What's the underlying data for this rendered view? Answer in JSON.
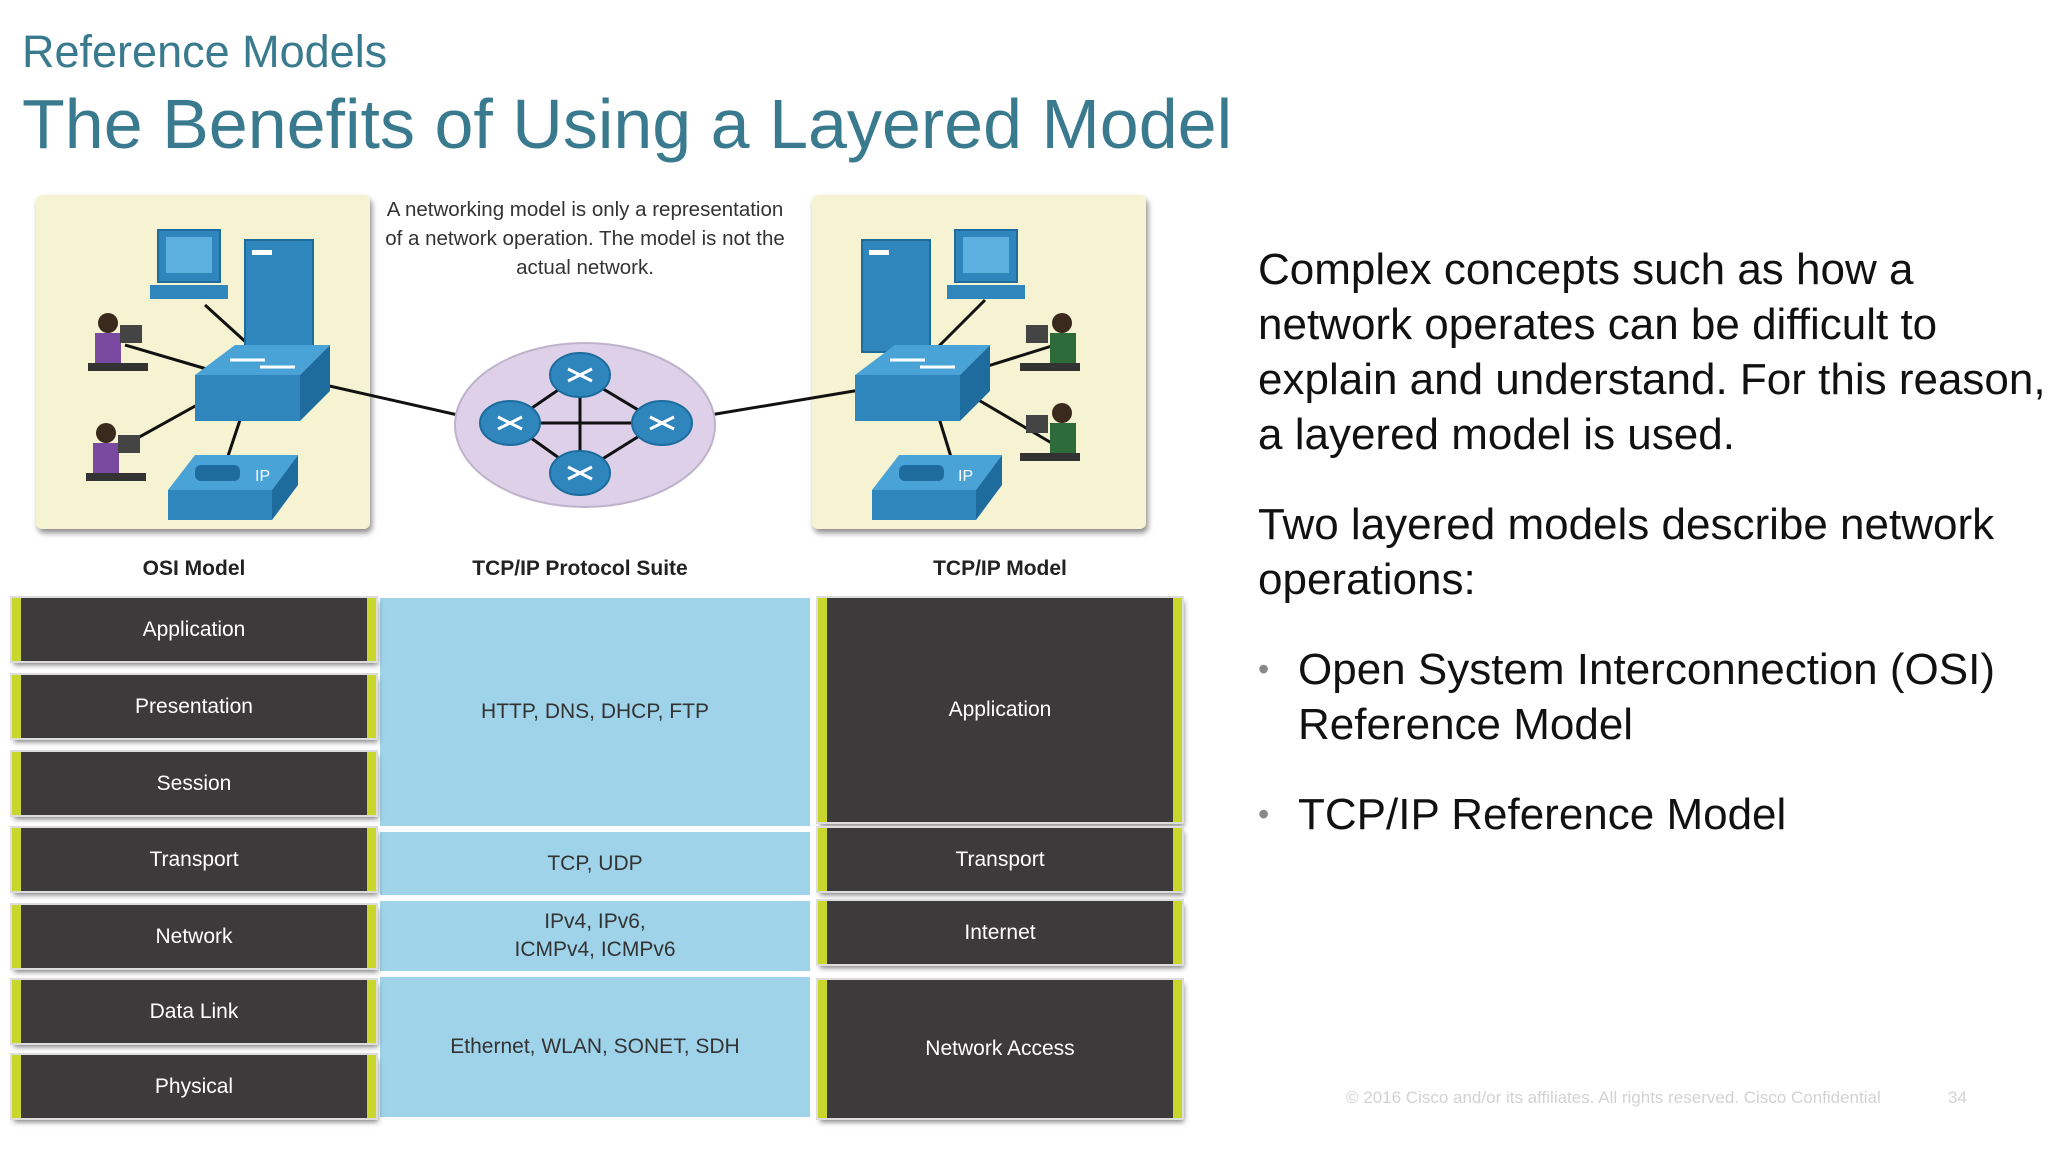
{
  "header": {
    "subtitle": "Reference Models",
    "title": "The Benefits of Using a Layered Model"
  },
  "diagram": {
    "caption": "A networking model is only a representation of a network operation. The model is not the actual network.",
    "columns": {
      "osi": "OSI Model",
      "suite": "TCP/IP Protocol Suite",
      "tcpip": "TCP/IP Model"
    },
    "osi_layers": [
      "Application",
      "Presentation",
      "Session",
      "Transport",
      "Network",
      "Data Link",
      "Physical"
    ],
    "protocols": {
      "application": "HTTP, DNS, DHCP, FTP",
      "transport": "TCP, UDP",
      "internet_line1": "IPv4, IPv6,",
      "internet_line2": "ICMPv4, ICMPv6",
      "access": "Ethernet, WLAN, SONET, SDH"
    },
    "tcpip_layers": {
      "application": "Application",
      "transport": "Transport",
      "internet": "Internet",
      "access": "Network Access"
    },
    "phone_label": "IP",
    "colors": {
      "layer_bg": "#3d3a3b",
      "layer_accent": "#c9d62b",
      "protocol_bg": "#9fd3ea",
      "device_blue": "#2f86bd",
      "panel_bg": "#f6f3d2",
      "cloud_bg": "#ddd0e8"
    }
  },
  "content": {
    "paragraph1": "Complex concepts such as how a network operates can be difficult to explain and understand. For this reason, a layered model is used.",
    "paragraph2": "Two layered models describe network operations:",
    "bullets": [
      "Open System Interconnection (OSI) Reference Model",
      "TCP/IP Reference Model"
    ]
  },
  "footer": {
    "copyright": "© 2016  Cisco and/or its affiliates. All rights reserved.   Cisco Confidential",
    "page": "34"
  }
}
